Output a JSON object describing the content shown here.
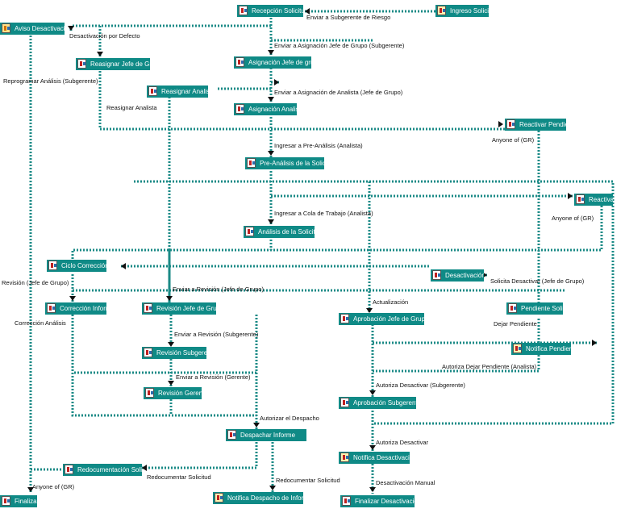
{
  "nodes": {
    "recepcion": "Recepción Solicitud",
    "ingreso": "Ingreso Solicitud",
    "aviso_desactivacion": "Aviso Desactivación",
    "reasignar_jefe": "Reasignar Jefe de Grupo",
    "asignacion_jefe": "Asignación Jefe de grupo",
    "reasignar_analista": "Reasignar Analista",
    "asignacion_analista": "Asignación Analista",
    "reactivar_pendiente": "Reactivar Pendiente",
    "pre_analisis": "Pre-Análisis de la Solicitud",
    "reactivar": "Reactivar",
    "analisis": "Análisis de la Solicitud",
    "ciclo_correccion": "Ciclo Corrección",
    "desactivacion": "Desactivación",
    "correccion_informe": "Corrección Informe",
    "revision_jefe": "Revisión Jefe de Grupo",
    "aprobacion_jefe": "Aprobación Jefe de Grupo",
    "pendiente_solicitud": "Pendiente Solicitud",
    "notifica_pendiente": "Notifica Pendiente",
    "revision_subgerente": "Revisión Subgerente",
    "revision_gerente": "Revisión Gerente",
    "aprobacion_subgerente": "Aprobación Subgerente",
    "despacho_informe": "Despachar Informe",
    "notifica_desactivacion": "Notifica Desactivación",
    "redocumentacion": "Redocumentación Solicitud",
    "finalizar": "Finalizar",
    "notifica_despacho": "Notifica Despacho de Informe",
    "finalizar_desactivacion": "Finalizar Desactivación"
  },
  "labels": {
    "enviar_subgerente_riesgo": "Enviar a Subgerente de Riesgo",
    "desactivacion_defecto": "Desactivación por Defecto",
    "enviar_asignacion_jefe": "Enviar a Asignación Jefe de Grupo (Subgerente)",
    "reprogramar_analisis_sub": "Reprogramar Análisis (Subgerente)",
    "enviar_asignacion_analista": "Enviar a Asignación de Analista (Jefe de Grupo)",
    "reasignar_analista": "Reasignar Analista",
    "anyone_gr_1": "Anyone of (GR)",
    "ingresar_pre_analisis": "Ingresar a Pre-Análisis (Analista)",
    "ingresar_cola_trabajo": "Ingresar a Cola de Trabajo (Analista)",
    "anyone_gr_2": "Anyone of (GR)",
    "solicita_desactivar": "Solicita Desactivar (Jefe de Grupo)",
    "revision_jefe_grupo": "Revisión (Jefe de Grupo)",
    "enviar_revision_jefe": "Enviar a Revisión (Jefe de Grupo)",
    "actualizacion": "Actualización",
    "correccion_analisis": "Corrección Análisis",
    "dejar_pendiente": "Dejar Pendiente",
    "enviar_revision_sub": "Enviar a Revisión (Subgerente)",
    "autoriza_dejar_pendiente": "Autoriza Dejar Pendiente (Analista)",
    "enviar_revision_gerente": "Enviar a Revisión (Gerente)",
    "autoriza_desactivar_sub": "Autoriza Desactivar (Subgerente)",
    "autorizar_despacho": "Autorizar el Despacho",
    "autoriza_desactivar": "Autoriza Desactivar",
    "redocumentar_1": "Redocumentar Solicitud",
    "redocumentar_2": "Redocumentar Solicitud",
    "anyone_gr_3": "Anyone of (GR)",
    "desactivacion_manual": "Desactivación Manual"
  },
  "colors": {
    "node_fill": "#0f8a86",
    "edge": "#1a8a86",
    "arrow": "#111111"
  }
}
